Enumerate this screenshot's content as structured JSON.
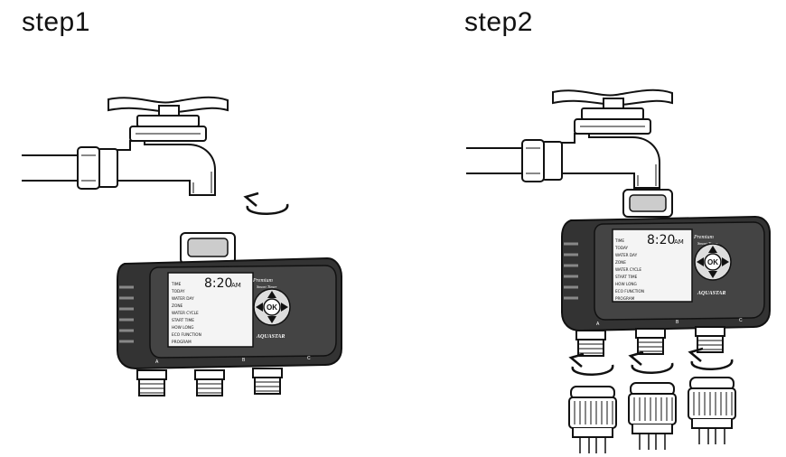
{
  "steps": [
    {
      "title": "step1"
    },
    {
      "title": "step2"
    }
  ],
  "device": {
    "brand_line1": "Premium",
    "brand_line2": "Smart Timer",
    "logo": "AQUASTAR",
    "ok_label": "OK",
    "lcd_time": "8:20",
    "lcd_ampm": "AM",
    "lcd_menu": [
      "TIME",
      "TODAY",
      "WATER DAY",
      "ZONE",
      "WATER CYCLE",
      "START TIME",
      "HOW LONG",
      "ECO FUNCTION",
      "PROGRAM"
    ],
    "outlets": [
      "A",
      "B",
      "C"
    ]
  },
  "icons": {
    "step1_arrow": "rotate-ccw-arrow-icon",
    "step2_arrows": "rotate-ccw-arrow-icon"
  }
}
